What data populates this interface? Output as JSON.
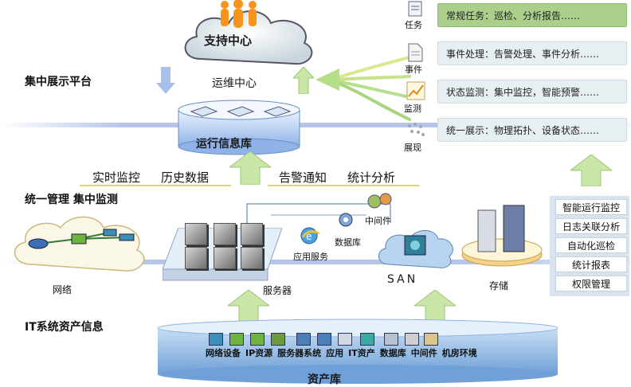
{
  "layers": {
    "top": "集中展示平台",
    "middle": "统一管理 集中监测",
    "bottom": "IT系统资产信息"
  },
  "top_center": {
    "cloud_title": "支持中心",
    "cloud_subtitle": "运维中心",
    "db_label": "运行信息库"
  },
  "feeds": [
    {
      "label": "任务",
      "icon": "clipboard-icon"
    },
    {
      "label": "事件",
      "icon": "document-icon"
    },
    {
      "label": "监测",
      "icon": "line-chart-icon"
    },
    {
      "label": "展现",
      "icon": "dots-icon"
    }
  ],
  "right_panels": [
    "常规任务：巡检、分析报告……",
    "事件处理：告警处理、事件分析……",
    "状态监测：集中监控，智能预警……",
    "统一展示：物理拓扑、设备状态……"
  ],
  "mid_texts": [
    "实时监控",
    "历史数据",
    "告警通知",
    "统计分析"
  ],
  "right_list": [
    "智能运行监控",
    "日志关联分析",
    "自动化巡检",
    "统计报表",
    "权限管理"
  ],
  "devices": {
    "network": "网络",
    "server": "服务器",
    "app_service": "应用服务",
    "database": "数据库",
    "middleware": "中间件",
    "san": "SAN",
    "storage": "存储"
  },
  "asset_items": [
    "网络设备",
    "IP资源",
    "服务器系统",
    "应用",
    "IT资产",
    "数据库",
    "中间件",
    "机房环境"
  ],
  "asset_db": "资产库",
  "colors": {
    "green_arrow": "#c9e6a6",
    "blue_band": "#7896d6",
    "panel_green": "#a9cf8b",
    "panel_grey": "#e7eff2"
  }
}
